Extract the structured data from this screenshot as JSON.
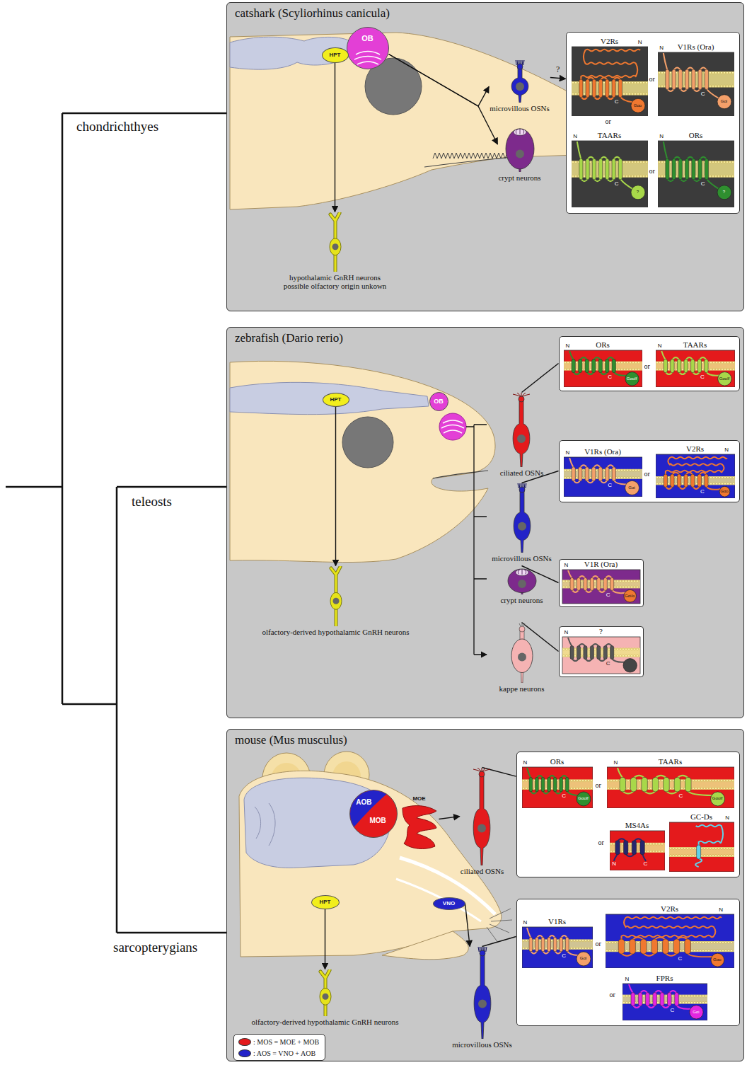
{
  "diagram": {
    "nodes": [
      {
        "text": [
          "catshark (Scyliorhinus canicula)"
        ]
      },
      {
        "text": [
          "OB"
        ],
        "in": 0
      },
      {
        "text": [
          "HPT"
        ],
        "in": 0
      },
      {
        "text": [
          "microvillous OSNs"
        ],
        "in": 0
      },
      {
        "text": [
          "crypt neurons"
        ],
        "in": 0
      },
      {
        "text": [
          "hypothalamic GnRH neurons possible olfactory origin unkown"
        ],
        "in": 0
      },
      {
        "text": [
          "or",
          "or",
          "or"
        ],
        "in": 0
      },
      {
        "text": [
          "V2Rs",
          "N",
          "C",
          "Gαo"
        ],
        "in": 6
      },
      {
        "text": [
          "V1Rs (Ora)",
          "N",
          "C",
          "Gαi"
        ],
        "in": 6
      },
      {
        "text": [
          "TAARs",
          "N",
          "C",
          "?"
        ],
        "in": 6
      },
      {
        "text": [
          "ORs",
          "N",
          "C",
          "?"
        ],
        "in": 6
      },
      {
        "text": [
          "zebrafish (Dario rerio)"
        ]
      },
      {
        "text": [
          "OB"
        ],
        "in": 11
      },
      {
        "text": [
          "HPT"
        ],
        "in": 11
      },
      {
        "text": [
          "ciliated OSNs"
        ],
        "in": 11
      },
      {
        "text": [
          "microvillous OSNs"
        ],
        "in": 11
      },
      {
        "text": [
          "crypt neurons"
        ],
        "in": 11
      },
      {
        "text": [
          "kappe neurons"
        ],
        "in": 11
      },
      {
        "text": [
          "olfactory-derived hypothalamic GnRH neurons"
        ],
        "in": 11
      },
      {
        "text": [
          "or"
        ],
        "in": 11
      },
      {
        "text": [
          "ORs",
          "N",
          "C",
          "Gαolf"
        ],
        "in": 19
      },
      {
        "text": [
          "TAARs",
          "N",
          "C",
          "Gαolf"
        ],
        "in": 19
      },
      {
        "text": [
          "or"
        ],
        "in": 11
      },
      {
        "text": [
          "V1Rs (Ora)",
          "N",
          "C",
          "Gαi"
        ],
        "in": 22
      },
      {
        "text": [
          "V2Rs",
          "N",
          "C",
          "Gαo"
        ],
        "in": 22
      },
      {
        "text": [
          "V1R (Ora)",
          "N",
          "C",
          "Gαi/o"
        ],
        "in": 11
      },
      {
        "text": [
          "N",
          "?",
          "C"
        ],
        "in": 11
      },
      {
        "text": [
          "mouse (Mus musculus)"
        ]
      },
      {
        "text": [
          "AOB",
          "MOB"
        ],
        "in": 27
      },
      {
        "text": [
          "MOE"
        ],
        "in": 27
      },
      {
        "text": [
          "VNO"
        ],
        "in": 27
      },
      {
        "text": [
          "HPT"
        ],
        "in": 27
      },
      {
        "text": [
          "ciliated OSNs"
        ],
        "in": 27
      },
      {
        "text": [
          "microvillous OSNs"
        ],
        "in": 27
      },
      {
        "text": [
          "olfactory-derived hypothalamic GnRH neurons"
        ],
        "in": 27
      },
      {
        "text": [
          "or",
          "or"
        ],
        "in": 27
      },
      {
        "text": [
          "ORs",
          "N",
          "C",
          "Gαolf"
        ],
        "in": 35
      },
      {
        "text": [
          "TAARs",
          "N",
          "C",
          "Gαolf"
        ],
        "in": 35
      },
      {
        "text": [
          "MS4As",
          "N",
          "C"
        ],
        "in": 35
      },
      {
        "text": [
          "GC-Ds",
          "N"
        ],
        "in": 35
      },
      {
        "text": [
          "or",
          "or"
        ],
        "in": 27
      },
      {
        "text": [
          "V1Rs",
          "N",
          "C",
          "Gαi"
        ],
        "in": 40
      },
      {
        "text": [
          "V2Rs",
          "N",
          "C",
          "Gαo"
        ],
        "in": 40
      },
      {
        "text": [
          "FPRs",
          "N",
          "C",
          "Gαi"
        ],
        "in": 40
      }
    ],
    "edges": [
      {
        "from": 1,
        "to": 3,
        "arrow": "to"
      },
      {
        "from": 1,
        "to": 4,
        "arrow": "to"
      },
      {
        "from": 2,
        "to": 5,
        "arrow": "to"
      },
      {
        "from": 3,
        "to": 6,
        "arrow": "to",
        "label": "?"
      },
      {
        "from": 13,
        "to": 18,
        "arrow": "to"
      },
      {
        "from": 14,
        "to": 19,
        "arrow": "none"
      },
      {
        "from": 15,
        "to": 22,
        "arrow": "none"
      },
      {
        "from": 16,
        "to": 25,
        "arrow": "none"
      },
      {
        "from": 17,
        "to": 26,
        "arrow": "none"
      },
      {
        "from": 29,
        "to": 32,
        "arrow": "to"
      },
      {
        "from": 30,
        "to": 33,
        "arrow": "to"
      },
      {
        "from": 31,
        "to": 34,
        "arrow": "to"
      },
      {
        "from": 32,
        "to": 35,
        "arrow": "none"
      },
      {
        "from": 33,
        "to": 40,
        "arrow": "none"
      }
    ],
    "labels": [
      "chondrichthyes",
      "teleosts",
      "sarcopterygians"
    ],
    "legend": [
      {
        "text": ": MOS = MOE + MOB",
        "color": "#e41a1c"
      },
      {
        "text": ": AOS = VNO + AOB",
        "color": "#2323c8"
      }
    ]
  }
}
